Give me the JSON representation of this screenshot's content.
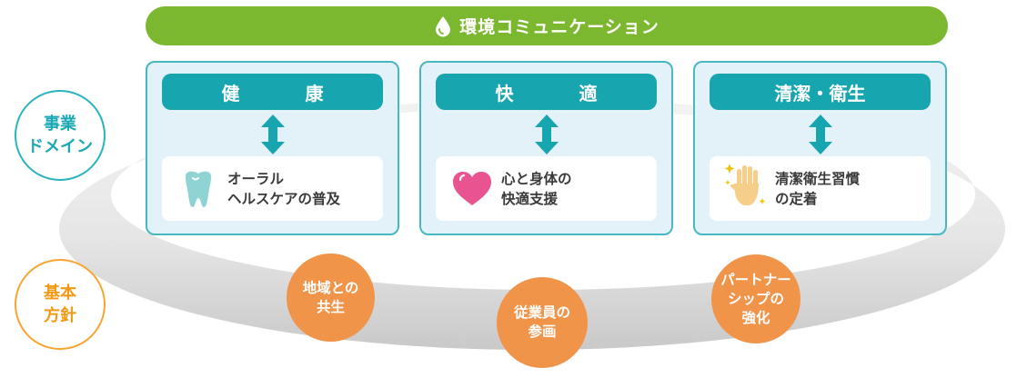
{
  "top_bar": {
    "title": "環境コミュニケーション",
    "icon": "water-drop-icon"
  },
  "side_labels": {
    "domain": {
      "lines": [
        "事業",
        "ドメイン"
      ]
    },
    "policy": {
      "lines": [
        "基本",
        "方針"
      ]
    }
  },
  "domains": [
    {
      "title": "健　康",
      "icon": "tooth-icon",
      "lines": [
        "オーラル",
        "ヘルスケアの普及"
      ]
    },
    {
      "title": "快　適",
      "icon": "heart-icon",
      "lines": [
        "心と身体の",
        "快適支援"
      ]
    },
    {
      "title": "清潔・衛生",
      "icon": "clean-hand-icon",
      "lines": [
        "清潔衛生習慣",
        "の定着"
      ]
    }
  ],
  "policies": [
    {
      "lines": [
        "地域との",
        "共生"
      ]
    },
    {
      "lines": [
        "従業員の",
        "参画"
      ]
    },
    {
      "lines": [
        "パートナー",
        "シップの",
        "強化"
      ]
    }
  ],
  "colors": {
    "top_bar": "#7cb82f",
    "domain_teal": "#17a5b0",
    "panel_bg": "#e3f2f9",
    "policy_orange": "#f0944a",
    "policy_label": "#f29a15"
  }
}
